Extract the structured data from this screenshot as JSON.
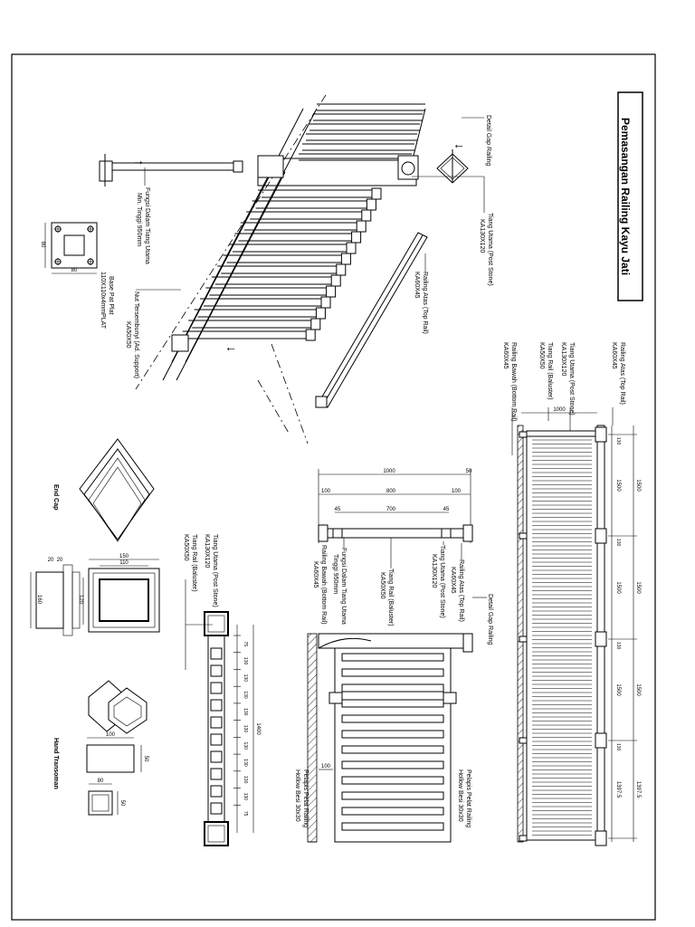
{
  "title": "Pemasangan Railing Kayu Jati",
  "iso": {
    "note_detail_top": "Detail Gap Railing",
    "note_tiang_utama": [
      "Tiang Utama (Post Stone)",
      "KA130X120"
    ],
    "note_railing_atas": [
      "Railing Atas (Top Rail)",
      "KA60X45"
    ],
    "note_angkur": [
      "Fungsi Dalam Tiang Utama",
      "Min. Tinggi 950mm"
    ],
    "note_base_plate": [
      "Base Pat Plat",
      "110X110x4mmPLAT"
    ],
    "note_nut": [
      "Nut Tersembunyi (Ad. Support)",
      "KA50X50"
    ],
    "plate_dim_w": "80",
    "plate_dim_h": "80"
  },
  "end_cap": {
    "label": "End Cap",
    "dim_outer": "150",
    "dim_inner": "110",
    "dim_top_a": "20",
    "dim_top_b": "20",
    "dim_side_a": "160",
    "dim_side_b": "120"
  },
  "post_section": {
    "label_post": [
      "Tiang Utama (Post Stone)",
      "KA130X120"
    ],
    "label_baluster": [
      "Tiang Rail (Baluster)",
      "KA50X50"
    ],
    "spacings": [
      "75",
      "130",
      "130",
      "130",
      "130",
      "130",
      "130",
      "130",
      "130",
      "130",
      "75"
    ],
    "overall": "1400"
  },
  "hand_tr": {
    "label": "Hand Transoman",
    "dim_a": "100",
    "dim_b": "50",
    "dim_c": "80",
    "dim_d": "50"
  },
  "side_view": {
    "dim_total": "1000",
    "dim_side": "50",
    "dim_left": "100",
    "dim_mid": "800",
    "dim_right": "100",
    "dim_inner_l": "45",
    "dim_inner_mid": "700",
    "dim_inner_r": "45",
    "label_top_rail": [
      "Railing Atas (Top Rail)",
      "KA60X45"
    ],
    "label_post": [
      "Tiang Utama (Post Stone)",
      "KA130X120"
    ],
    "label_baluster": [
      "Tiang Rail (Baluster)",
      "KA50X50"
    ],
    "label_angkur": [
      "Fungsi Dalam Tiang Utama",
      "Tinggi 950mm"
    ],
    "label_bottom_rail": [
      "Railing Bawah (Bottom Rail)",
      "KA60X45"
    ],
    "label_detail": "Detail Gap Railing",
    "label_bolt_l": [
      "Pelapis Pelat Railing",
      "Hollow Besi 30x30"
    ],
    "label_bolt_r": [
      "Pelapis Pelat Railing",
      "Hollow Besi 30x30"
    ],
    "dim_100": "100"
  },
  "elevation": {
    "labels": [
      [
        "Railing Atas (Top Rail)",
        "KA60X45"
      ],
      [
        "Tiang Utama (Post Stone)",
        "KA130X120"
      ],
      [
        "Tiang Rail (Baluster)",
        "KA50X50"
      ],
      [
        "Railing Bawah (Bottom Rail)",
        "KA60X45"
      ]
    ],
    "dim_height": "1000",
    "segments": [
      "1500",
      "1500",
      "1500",
      "1397.5"
    ],
    "gaps": [
      "130",
      "130",
      "130",
      "130"
    ]
  }
}
